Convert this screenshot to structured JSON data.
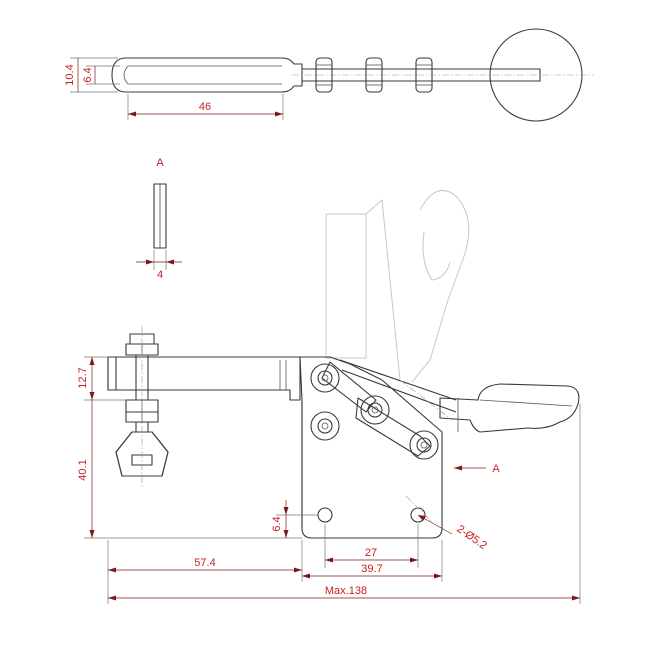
{
  "dimensions": {
    "top_width_outer": "10.4",
    "top_width_inner": "6.4",
    "handle_length": "46",
    "bar_thickness": "4",
    "arm_height": "12.7",
    "spindle_height": "40.1",
    "base_offset": "6.4",
    "hole_spacing": "27",
    "base_width": "39.7",
    "reach": "57.4",
    "overall_length": "Max.138",
    "hole_spec": "2-Ø5.2"
  },
  "labels": {
    "view_a_top": "A",
    "view_a_side": "A"
  },
  "colors": {
    "outline": "#3a3a3a",
    "dimension_line": "#7a1a1a",
    "dimension_text": "#c81e1e",
    "ghost_outline": "#c8c8c8"
  }
}
